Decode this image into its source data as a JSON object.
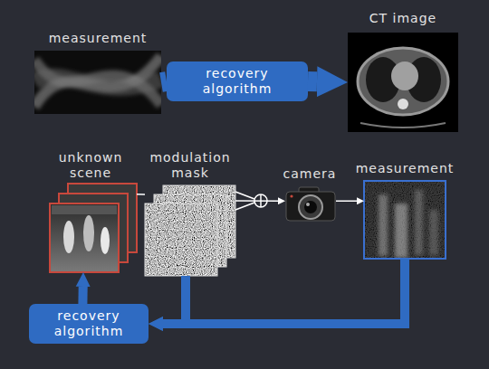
{
  "diagram": {
    "nodes": [
      {
        "text": [
          "measurement"
        ]
      },
      {
        "text": [
          "recovery algorithm"
        ]
      },
      {
        "text": [
          "CT image"
        ]
      },
      {
        "text": [
          "unknown scene"
        ]
      },
      {
        "text": [
          "modulation mask"
        ]
      },
      {
        "text": [
          "camera"
        ]
      },
      {
        "text": [
          "measurement"
        ]
      },
      {
        "text": [
          "recovery algorithm"
        ]
      }
    ],
    "edges": [
      {
        "from": 0,
        "to": 1,
        "arrow": "none"
      },
      {
        "from": 1,
        "to": 2,
        "arrow": "to"
      },
      {
        "from": 3,
        "to": 4,
        "arrow": "none"
      },
      {
        "from": 4,
        "to": 5,
        "arrow": "to"
      },
      {
        "from": 5,
        "to": 6,
        "arrow": "to"
      },
      {
        "from": 6,
        "to": 7,
        "arrow": "to"
      },
      {
        "from": 4,
        "to": 7,
        "arrow": "to"
      },
      {
        "from": 7,
        "to": 3,
        "arrow": "to"
      }
    ]
  }
}
